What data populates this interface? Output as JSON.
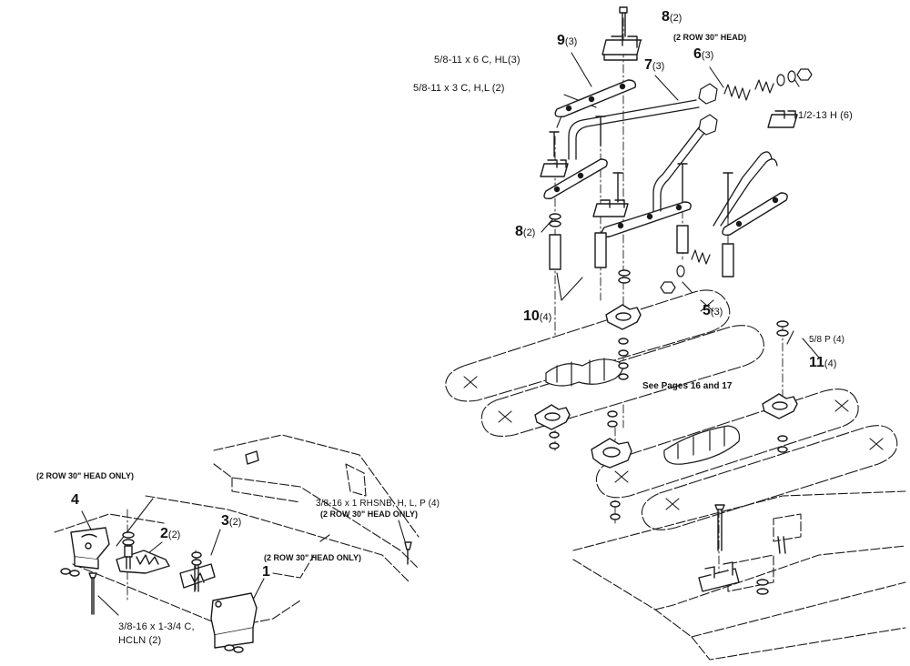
{
  "callouts": [
    {
      "num": "8",
      "qty": "(2)"
    },
    {
      "num": "9",
      "qty": "(3)"
    },
    {
      "num": "7",
      "qty": "(3)"
    },
    {
      "num": "6",
      "qty": "(3)"
    },
    {
      "num": "8",
      "qty": "(2)"
    },
    {
      "num": "10",
      "qty": "(4)"
    },
    {
      "num": "5",
      "qty": "(3)"
    },
    {
      "num": "11",
      "qty": "(4)"
    },
    {
      "num": "4",
      "qty": ""
    },
    {
      "num": "2",
      "qty": "(2)"
    },
    {
      "num": "3",
      "qty": "(2)"
    },
    {
      "num": "1",
      "qty": ""
    }
  ],
  "labels": {
    "head_note_top": "(2 ROW 30\" HEAD)",
    "bolt_6c": "5/8-11 x 6 C, HL(3)",
    "bolt_3c": "5/8-11 x 3 C, H,L (2)",
    "nut_half": "1/2-13 H (6)",
    "washer_5_8p": "5/8 P (4)",
    "see_pages": "See  Pages  16 and  17",
    "head_only_left": "(2 ROW 30\" HEAD ONLY)",
    "rhsnb_line1": "3/8-16 x 1 RHSNB, H, L, P (4)",
    "rhsnb_line2": "(2 ROW 30\" HEAD ONLY)",
    "head_only_mid": "(2 ROW 30\" HEAD ONLY)",
    "bolt_hcln_line1": "3/8-16 x 1-3/4 C,",
    "bolt_hcln_line2": "HCLN (2)"
  }
}
